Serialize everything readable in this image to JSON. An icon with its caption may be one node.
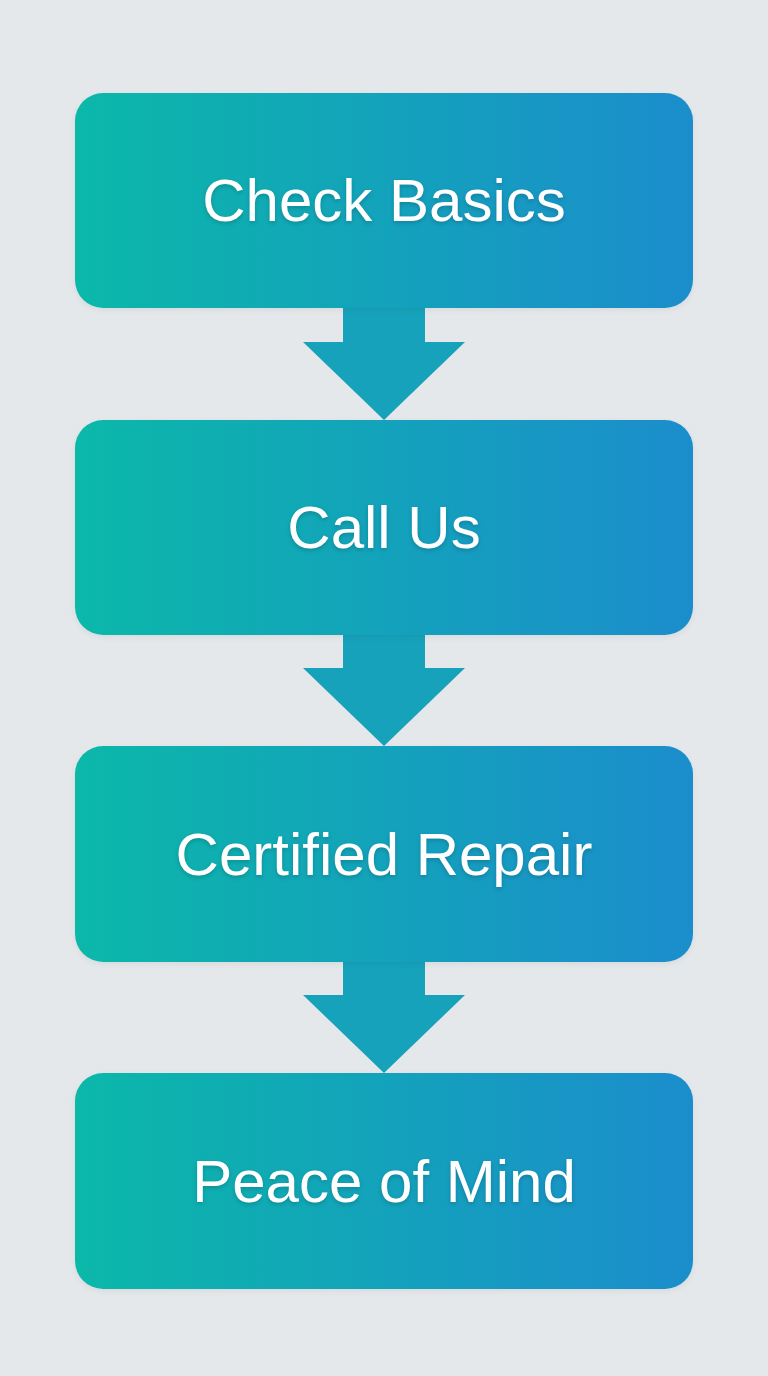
{
  "diagram": {
    "nodes": [
      {
        "text": [
          "Check Basics"
        ]
      },
      {
        "text": [
          "Call Us"
        ]
      },
      {
        "text": [
          "Certified Repair"
        ]
      },
      {
        "text": [
          "Peace of Mind"
        ]
      }
    ],
    "edges": [
      {
        "from": 0,
        "to": 1,
        "arrow": "to"
      },
      {
        "from": 1,
        "to": 2,
        "arrow": "to"
      },
      {
        "from": 2,
        "to": 3,
        "arrow": "to"
      }
    ]
  }
}
